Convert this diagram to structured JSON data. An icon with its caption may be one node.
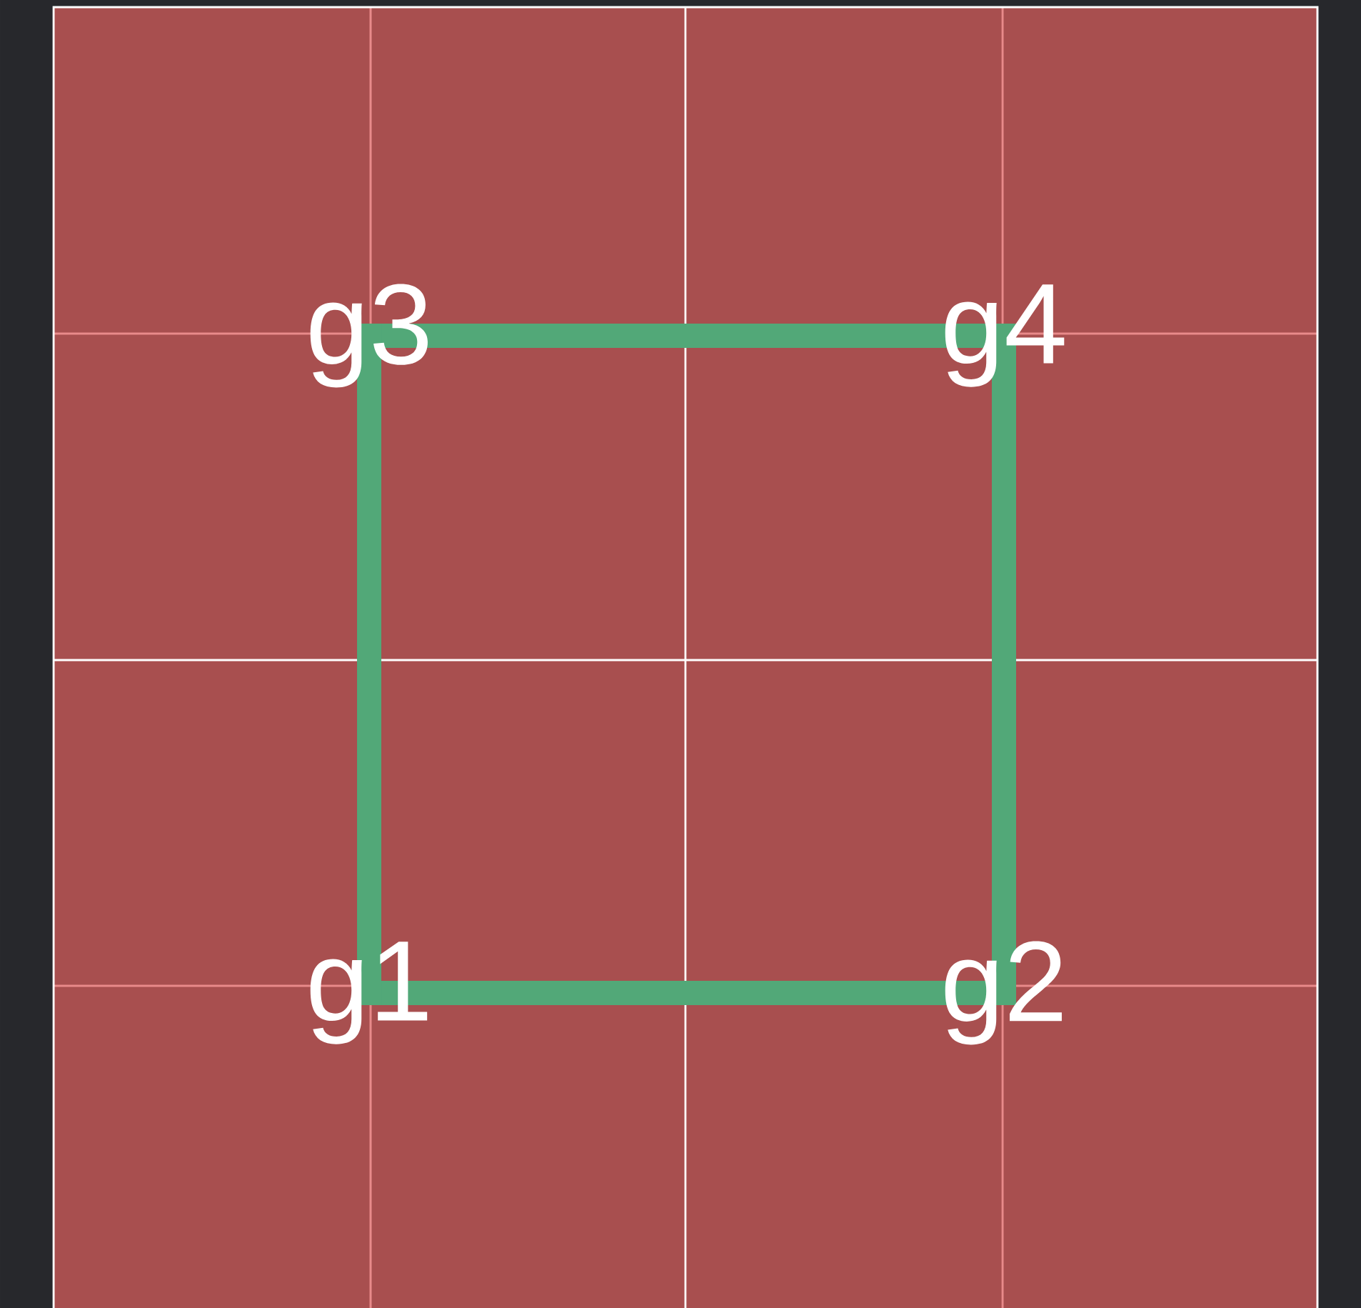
{
  "diagram": {
    "nodes": [
      {
        "text": [
          "g3"
        ]
      },
      {
        "text": [
          "g4"
        ]
      },
      {
        "text": [
          "g1"
        ]
      },
      {
        "text": [
          "g2"
        ]
      }
    ],
    "edges": [
      {
        "from": 0,
        "to": 1,
        "arrow": "none"
      },
      {
        "from": 1,
        "to": 3,
        "arrow": "none"
      },
      {
        "from": 3,
        "to": 2,
        "arrow": "none"
      },
      {
        "from": 2,
        "to": 0,
        "arrow": "none"
      }
    ]
  }
}
